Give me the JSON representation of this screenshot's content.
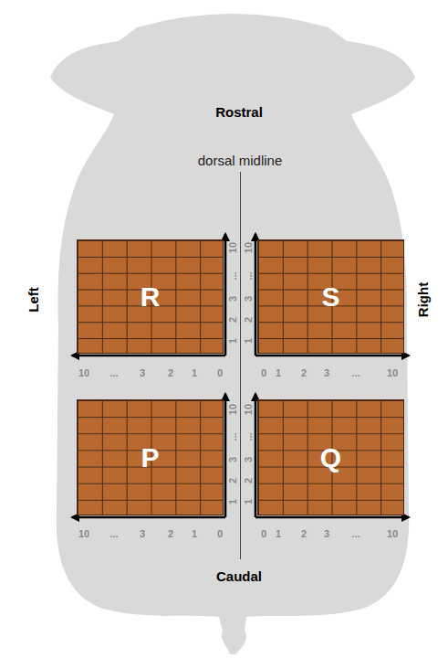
{
  "diagram": {
    "nodes": [
      {
        "text": [
          "R"
        ]
      },
      {
        "text": [
          "S"
        ]
      },
      {
        "text": [
          "P"
        ]
      },
      {
        "text": [
          "Q"
        ]
      }
    ],
    "labels": [
      "Rostral",
      "dorsal midline",
      "Left",
      "Right",
      "1",
      "2",
      "3",
      "...",
      "10",
      "1",
      "2",
      "3",
      "...",
      "10",
      "10",
      "...",
      "3",
      "2",
      "1",
      "0",
      "0",
      "1",
      "2",
      "3",
      "...",
      "10",
      "1",
      "2",
      "3",
      "...",
      "10",
      "1",
      "2",
      "3",
      "...",
      "10",
      "10",
      "...",
      "3",
      "2",
      "1",
      "0",
      "0",
      "1",
      "2",
      "3",
      "...",
      "10",
      "Caudal"
    ]
  }
}
